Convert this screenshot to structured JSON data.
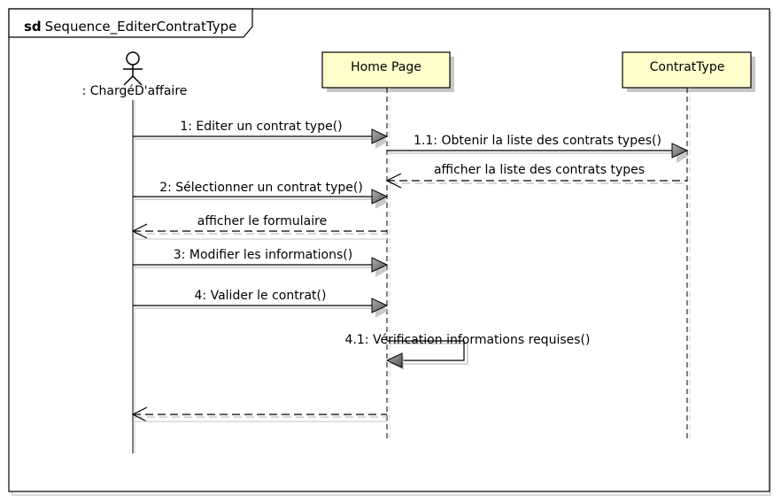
{
  "frame": {
    "keyword": "sd",
    "name": "Sequence_EditerContratType"
  },
  "actor": {
    "label": ": ChargéD'affaire"
  },
  "lifelines": [
    {
      "id": "home",
      "label": "Home Page"
    },
    {
      "id": "ct",
      "label": "ContratType"
    }
  ],
  "messages": [
    {
      "label": "1: Editer un contrat type()",
      "kind": "sync"
    },
    {
      "label": "1.1: Obtenir la liste des contrats types()",
      "kind": "sync"
    },
    {
      "label": "afficher la liste des contrats types",
      "kind": "return"
    },
    {
      "label": "2: Sélectionner un contrat type()",
      "kind": "sync"
    },
    {
      "label": "afficher le formulaire",
      "kind": "return"
    },
    {
      "label": "3: Modifier les informations()",
      "kind": "sync"
    },
    {
      "label": "4: Valider le contrat()",
      "kind": "sync"
    },
    {
      "label": "4.1: Vérification informations requises()",
      "kind": "self"
    },
    {
      "label": "",
      "kind": "return"
    }
  ],
  "colors": {
    "lifeline_box_fill": "#ffffcc",
    "line": "#000000",
    "shadow": "#c8c8c8",
    "arrowhead": "#888888"
  }
}
